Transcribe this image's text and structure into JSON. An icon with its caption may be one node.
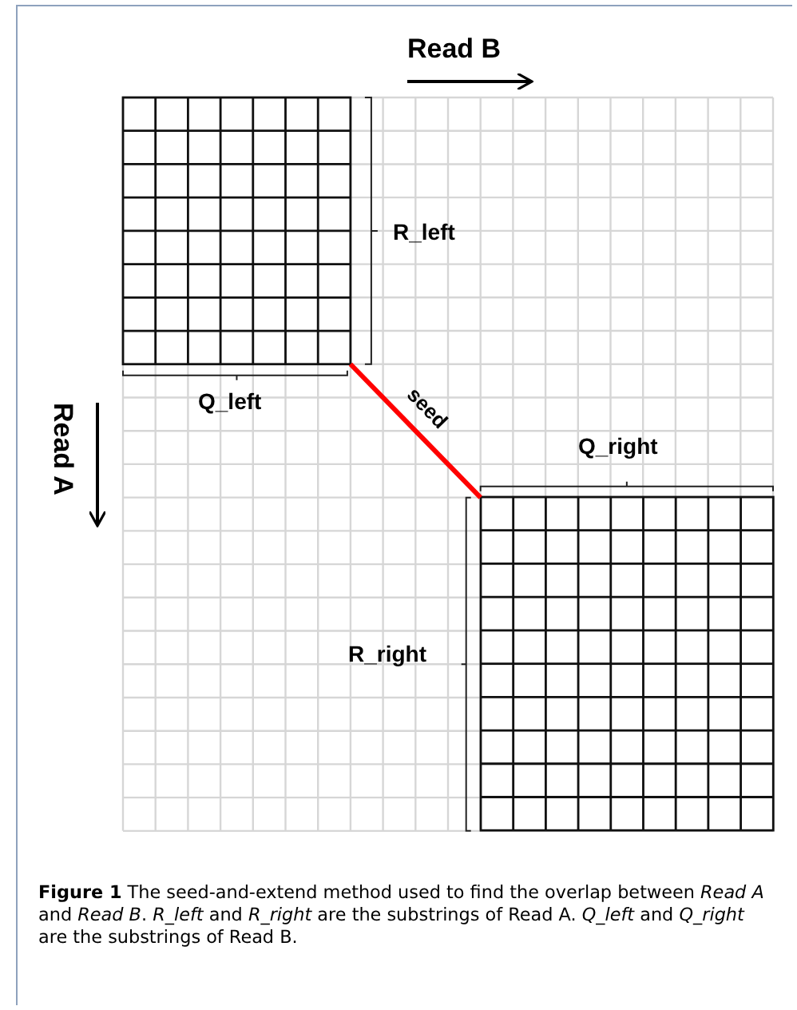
{
  "diagram": {
    "caption": "**Figure 1** The seed-and-extend method used to find the overlap between *Read A* and *Read B*. *R_left* and *R_right* are the substrings of Read A. *Q_left* and *Q_right* are the substrings of Read B.",
    "nodes": [
      {
        "text": [],
        "shape": "box"
      },
      {
        "text": [],
        "shape": "box"
      }
    ],
    "edges": [
      {
        "from": 0,
        "to": 1,
        "arrow": "none",
        "label": "seed",
        "color": "#ff0000"
      }
    ],
    "labels": [
      "Read B",
      "R_left",
      "Q_left",
      "Read A",
      "Q_right",
      "R_right"
    ]
  }
}
